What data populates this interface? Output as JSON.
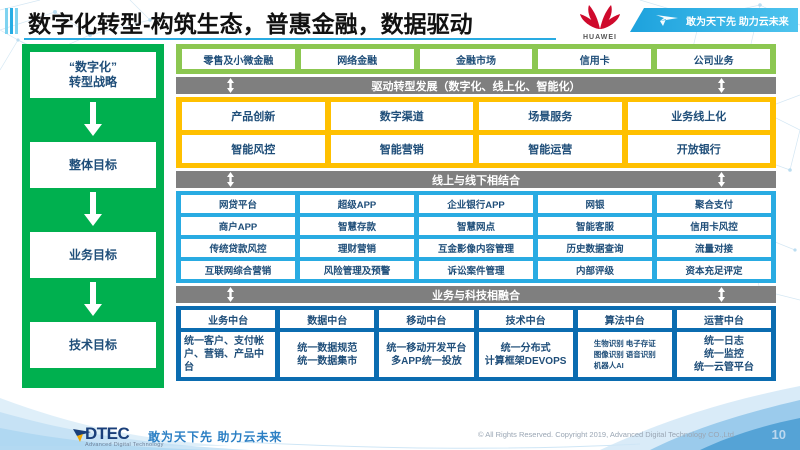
{
  "header": {
    "title": "数字化转型-构筑生态，普惠金融，数据驱动",
    "brand": "HUAWEI",
    "slogan": "敢为天下先 助力云未来"
  },
  "left_column": {
    "steps": [
      {
        "label": "“数字化”\n转型战略"
      },
      {
        "label": "整体目标"
      },
      {
        "label": "业务目标"
      },
      {
        "label": "技术目标"
      }
    ]
  },
  "bands": {
    "business_lines": {
      "color": "#8CC751",
      "items": [
        "零售及小微金融",
        "网络金融",
        "金融市场",
        "信用卡",
        "公司业务"
      ]
    },
    "divider_1": {
      "label": "驱动转型发展（数字化、线上化、智能化）",
      "color": "#7F7F7F"
    },
    "transformation": {
      "color": "#FFC000",
      "row1": [
        "产品创新",
        "数字渠道",
        "场景服务",
        "业务线上化"
      ],
      "row2": [
        "智能风控",
        "智能营销",
        "智能运营",
        "开放银行"
      ]
    },
    "divider_2": {
      "label": "线上与线下相结合",
      "color": "#7F7F7F"
    },
    "online_offline": {
      "color": "#29ABE2",
      "row1": [
        "网贷平台",
        "超级APP",
        "企业银行APP",
        "网银",
        "聚合支付"
      ],
      "row2": [
        "商户APP",
        "智慧存款",
        "智慧网点",
        "智能客服",
        "信用卡风控"
      ],
      "row3": [
        "传统贷款风控",
        "理财营销",
        "互金影像内容管理",
        "历史数据查询",
        "流量对接"
      ],
      "row4": [
        "互联网综合营销",
        "风险管理及预警",
        "诉讼案件管理",
        "内部评级",
        "资本充足评定"
      ]
    },
    "divider_3": {
      "label": "业务与科技相融合",
      "color": "#7F7F7F"
    },
    "platforms": {
      "color": "#0B6CB0",
      "headers": [
        "业务中台",
        "数据中台",
        "移动中台",
        "技术中台",
        "算法中台",
        "运营中台"
      ],
      "bodies": [
        "统一客户、支付帐户、营销、产品中台",
        "统一数据规范\n统一数据集市",
        "统一移动开发平台\n多APP统一投放",
        "统一分布式\n计算框架DEVOPS",
        "生物识别 电子存证\n图像识别 语音识别\n机器人AI",
        "统一日志\n统一监控\n统一云管平台"
      ]
    }
  },
  "footer": {
    "logo_main": "DTEC",
    "logo_sub": "Advanced Digital Technology",
    "slogan": "敢为天下先   助力云未来",
    "copyright": "© All Rights Reserved. Copyright 2019, Advanced Digital Technology CO.,Ltd",
    "page_number": "10"
  }
}
